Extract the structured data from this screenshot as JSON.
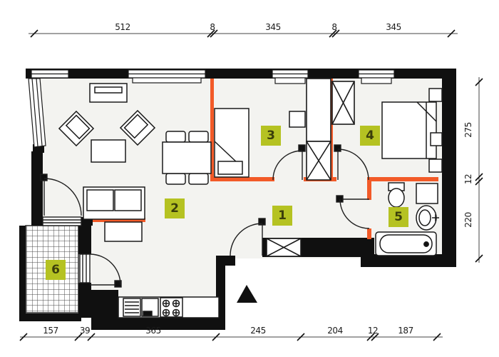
{
  "dimensions": {
    "top": [
      "512",
      "8",
      "345",
      "8",
      "345"
    ],
    "right": [
      "275",
      "12",
      "220"
    ],
    "bottom": [
      "157",
      "39",
      "365",
      "245",
      "204",
      "12",
      "187"
    ]
  },
  "rooms": [
    {
      "number": "1"
    },
    {
      "number": "2"
    },
    {
      "number": "3"
    },
    {
      "number": "4"
    },
    {
      "number": "5"
    },
    {
      "number": "6"
    }
  ],
  "colors": {
    "wall": "#101010",
    "partition_orange": "#f25a28",
    "room_label_bg": "#b5c222",
    "room_label_text": "#3b3e0b",
    "floor": "#f3f3f0"
  },
  "icons": {
    "entrance_marker": "black-triangle-up"
  }
}
